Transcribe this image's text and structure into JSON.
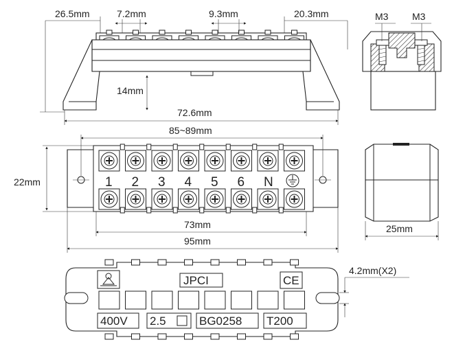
{
  "front_view": {
    "dims": {
      "edge_offset": "26.5mm",
      "pitch": "7.2mm",
      "screw_spacing": "9.3mm",
      "end_offset": "20.3mm",
      "height": "14mm",
      "mount_width": "72.6mm"
    }
  },
  "side_view": {
    "screw_left": "M3",
    "screw_right": "M3",
    "depth": "25mm"
  },
  "top_view": {
    "overall_range": "85~89mm",
    "height": "22mm",
    "terminal_row_width": "73mm",
    "overall_width": "95mm",
    "terminals": [
      "1",
      "2",
      "3",
      "4",
      "5",
      "6",
      "N"
    ],
    "earth_symbol": "earth-ground-icon"
  },
  "bottom_view": {
    "brand": "JPCI",
    "certification": "CE",
    "voltage": "400V",
    "cross_section": "2.5",
    "model": "BG0258",
    "temp_rating": "T200",
    "mount_hole": "4.2mm(X2)",
    "logo": "laboratory-logo-icon"
  }
}
